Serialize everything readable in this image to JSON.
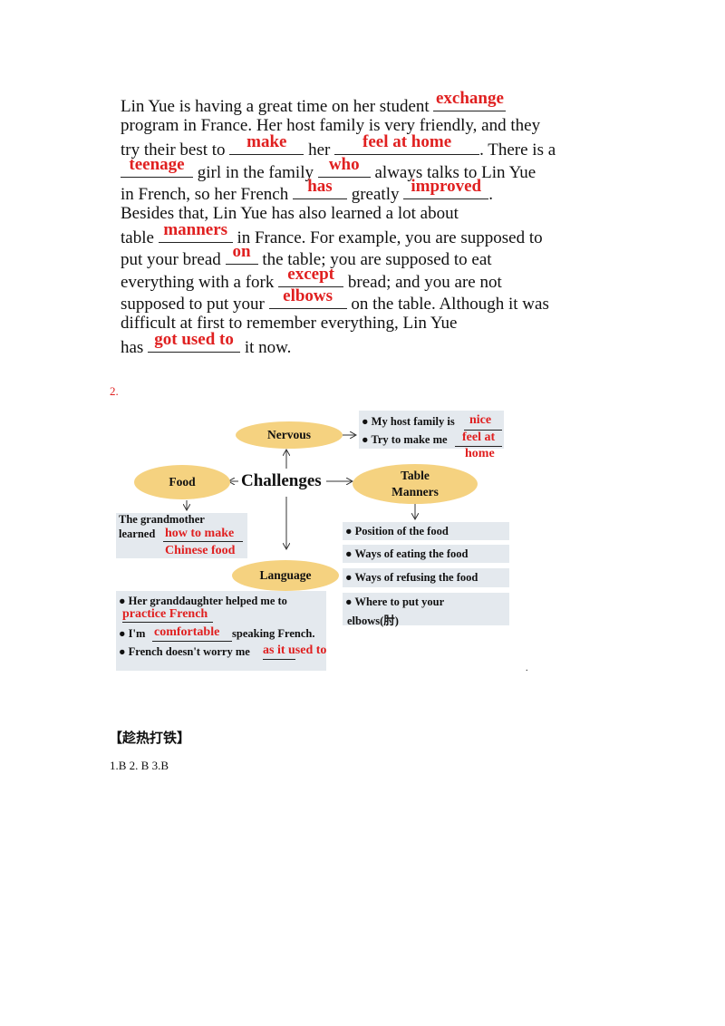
{
  "passage": {
    "l1": {
      "pre": "Lin Yue is having a great time on her student ",
      "a1": "exchange"
    },
    "l2": {
      "text": "program in France. Her host family is very friendly, and they"
    },
    "l3": {
      "pre": "try their best to ",
      "a2": "make",
      "mid": " her ",
      "a3": "feel at home",
      "post": ". There is a"
    },
    "l4": {
      "a4": "teenage",
      "mid": " girl in the family ",
      "a5": "who",
      "post": " always talks to Lin Yue"
    },
    "l5": {
      "pre": "in French, so her French ",
      "a6": "has",
      "mid": " greatly ",
      "a7": "improved",
      "post": "."
    },
    "l6": {
      "text": "Besides that, Lin Yue has also learned a lot about"
    },
    "l7": {
      "pre": "table ",
      "a8": "manners",
      "post": " in France. For example, you are supposed to"
    },
    "l8": {
      "pre": "put your bread ",
      "a9": "on",
      "post": " the table; you are supposed to eat"
    },
    "l9": {
      "pre": "everything with a fork ",
      "a10": "except",
      "post": " bread; and you are not"
    },
    "l10": {
      "pre": "supposed to put your ",
      "a11": "elbows",
      "post": " on the table. Although it was"
    },
    "l11": {
      "text": "difficult at first to remember everything, Lin Yue"
    },
    "l12": {
      "pre": "has ",
      "a12": "got used to",
      "post": " it now."
    }
  },
  "question_number": "2.",
  "diagram": {
    "center": "Challenges",
    "nervous": {
      "label": "Nervous",
      "item1": "● My host family is ",
      "item1_answer": "nice",
      "item2": "● Try to make me",
      "item2_answer_a": "feel at",
      "item2_answer_b": "home"
    },
    "food": {
      "label": "Food",
      "line1": "The grandmother",
      "line2": "learned ",
      "answer_a": "how to make",
      "answer_b": "Chinese food"
    },
    "table_manners": {
      "label_a": "Table",
      "label_b": "Manners",
      "items": [
        "● Position of the food",
        "● Ways of eating the food",
        "● Ways of refusing the food",
        "● Where to put your",
        "elbows(肘)"
      ]
    },
    "language": {
      "label": "Language",
      "item1": "● Her granddaughter helped me to",
      "item1_answer": "practice French",
      "item2_pre": "● I'm ",
      "item2_answer": "comfortable",
      "item2_post": "speaking French.",
      "item3_pre": "● French doesn't worry me",
      "item3_answer": "as it used to"
    }
  },
  "stray_dot": ".",
  "section_title": "【趁热打铁】",
  "answers": "1.B 2. B 3.B"
}
